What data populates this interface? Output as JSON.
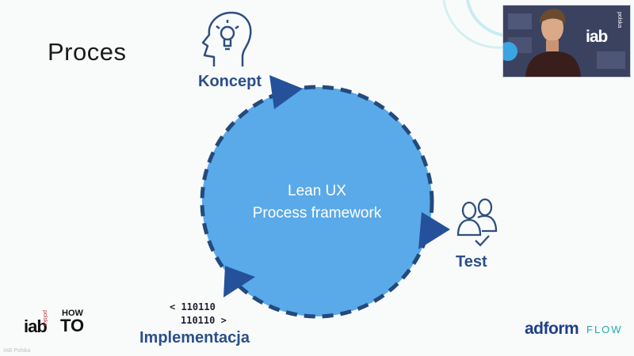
{
  "slide": {
    "title": "Proces",
    "center_text_line1": "Lean UX",
    "center_text_line2": "Process framework",
    "label_koncept": "Koncept",
    "label_test": "Test",
    "label_implementacja": "Implementacja",
    "code_line1": "< 110110",
    "code_line2": "110110 >"
  },
  "logos": {
    "iab": "iab",
    "polska": "polska",
    "how": "HOW",
    "to": "TO",
    "adform": "adform",
    "flow": "FLOW",
    "watermark": "IAB Polska"
  },
  "webcam": {
    "iab": "iab",
    "polska": "polska"
  },
  "colors": {
    "circle_fill": "#5aa9e8",
    "dash_stroke": "#234a7c",
    "arrow_fill": "#24519a",
    "label_color": "#2b4f8a",
    "icon_stroke": "#2e4f7e"
  },
  "icons": [
    "head-lightbulb-icon",
    "users-check-icon"
  ]
}
